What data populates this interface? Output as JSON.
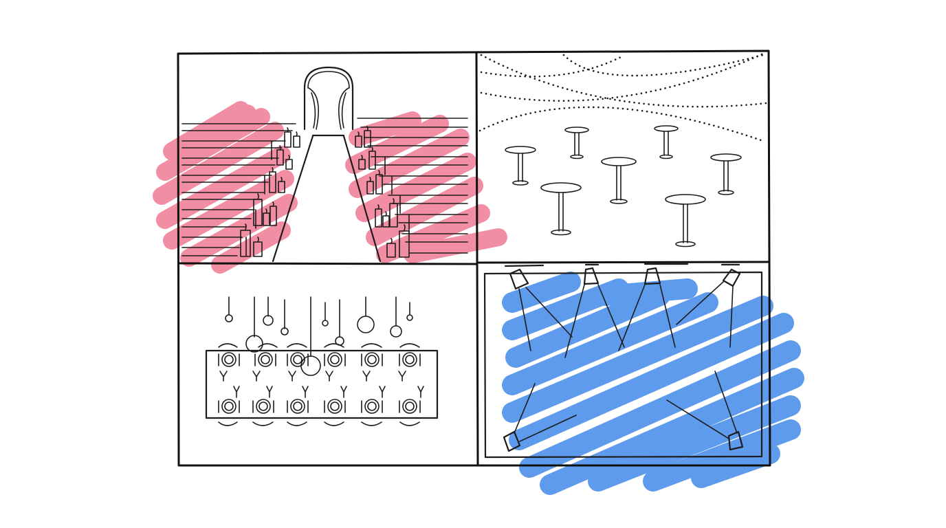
{
  "illustration": {
    "panels": [
      {
        "id": "ceremony",
        "description_icon": "ceremony-aisle-icon"
      },
      {
        "id": "cocktail",
        "description_icon": "cocktail-tables-icon"
      },
      {
        "id": "dinner",
        "description_icon": "banquet-table-icon"
      },
      {
        "id": "dance",
        "description_icon": "spotlight-stage-icon"
      }
    ],
    "colors": {
      "ink": "#1b1b1b",
      "pink_wash": "#ee6f8a",
      "blue_wash": "#3d86e8",
      "background": "#ffffff"
    }
  }
}
